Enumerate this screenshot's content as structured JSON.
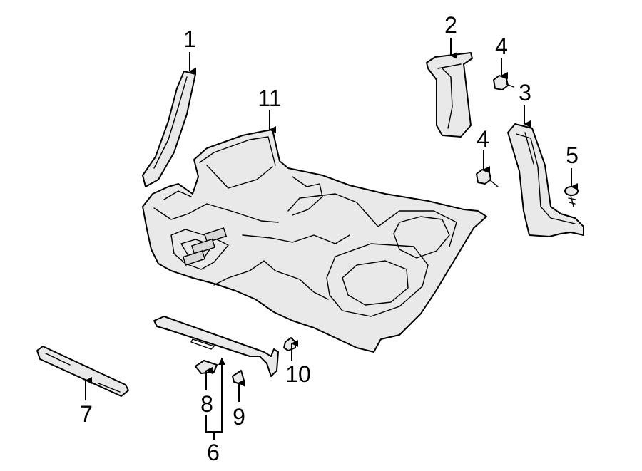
{
  "callouts": [
    {
      "id": "1",
      "label": "1"
    },
    {
      "id": "2",
      "label": "2"
    },
    {
      "id": "3",
      "label": "3"
    },
    {
      "id": "4a",
      "label": "4"
    },
    {
      "id": "4b",
      "label": "4"
    },
    {
      "id": "5",
      "label": "5"
    },
    {
      "id": "6",
      "label": "6"
    },
    {
      "id": "7",
      "label": "7"
    },
    {
      "id": "8",
      "label": "8"
    },
    {
      "id": "9",
      "label": "9"
    },
    {
      "id": "10",
      "label": "10"
    },
    {
      "id": "11",
      "label": "11"
    }
  ],
  "colors": {
    "line": "#000000",
    "part_fill": "#e9e9e9",
    "background": "#ffffff"
  }
}
